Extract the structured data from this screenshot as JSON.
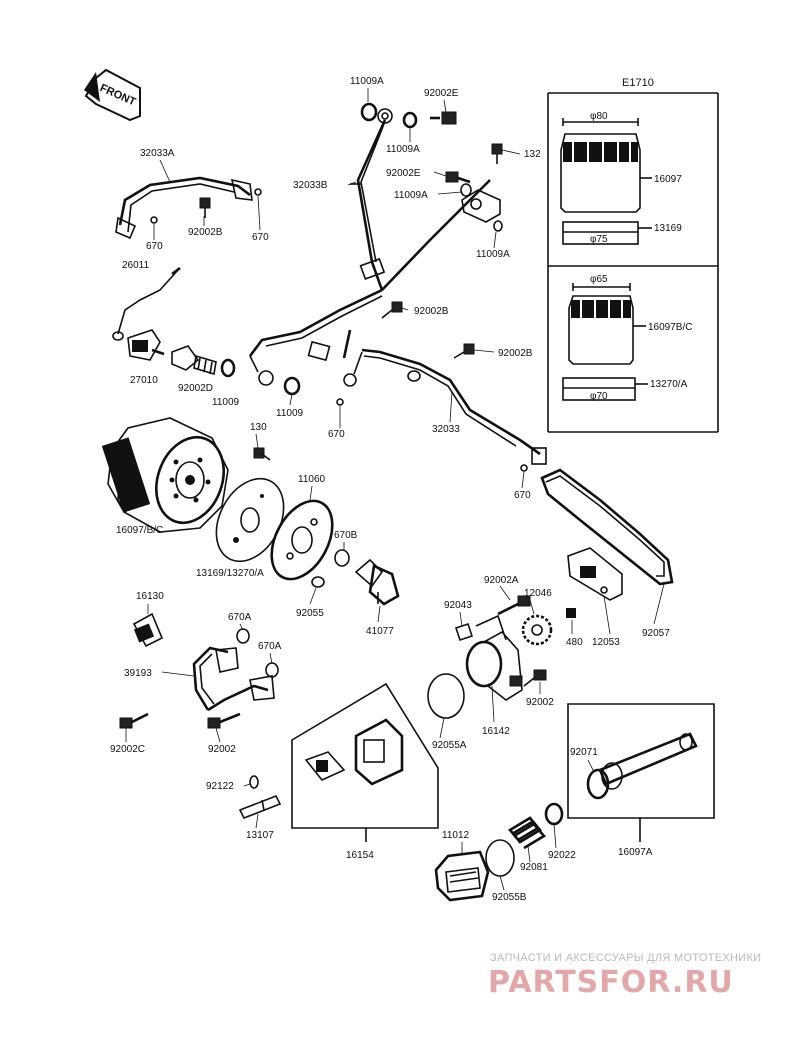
{
  "diagram_code": "E1710",
  "front_label": "FRONT",
  "dimensions": {
    "d80": "φ80",
    "d75": "φ75",
    "d65": "φ65",
    "d70": "φ70"
  },
  "labels": {
    "p11009A_top": "11009A",
    "p92002E_top": "92002E",
    "p11009A_mid": "11009A",
    "p132": "132",
    "p32033A": "32033A",
    "p32033B": "32033B",
    "p92002E_mid": "92002E",
    "p11009A_r": "11009A",
    "p11009A_low": "11009A",
    "p16097": "16097",
    "p13169": "13169",
    "p16097BC_r": "16097B/C",
    "p13270A_r": "13270/A",
    "p670_a": "670",
    "p92002B_a": "92002B",
    "p670_b": "670",
    "p26011": "26011",
    "p92002B_b": "92002B",
    "p92002B_c": "92002B",
    "p27010": "27010",
    "p92002D": "92002D",
    "p11009_a": "11009",
    "p11009_b": "11009",
    "p670_c": "670",
    "p32033": "32033",
    "p130": "130",
    "p670_d": "670",
    "p16097BC_l": "16097/B/C",
    "p11060": "11060",
    "p670B": "670B",
    "p13169_13270A": "13169/13270/A",
    "p92055": "92055",
    "p41077": "41077",
    "p92002A": "92002A",
    "p12046": "12046",
    "p92043": "92043",
    "p480": "480",
    "p12053": "12053",
    "p92057": "92057",
    "p16130": "16130",
    "p670A_a": "670A",
    "p670A_b": "670A",
    "p39193": "39193",
    "p16142": "16142",
    "p92002_a": "92002",
    "p92055A": "92055A",
    "p92002C": "92002C",
    "p92002_b": "92002",
    "p92071": "92071",
    "p92122": "92122",
    "p13107": "13107",
    "p16154": "16154",
    "p11012": "11012",
    "p92022": "92022",
    "p92081": "92081",
    "p16097A": "16097A",
    "p92055B": "92055B"
  },
  "watermark": {
    "tagline": "ЗАПЧАСТИ И АКСЕССУАРЫ ДЛЯ МОТОТЕХНИКИ",
    "brand": "PARTSFOR.RU"
  }
}
